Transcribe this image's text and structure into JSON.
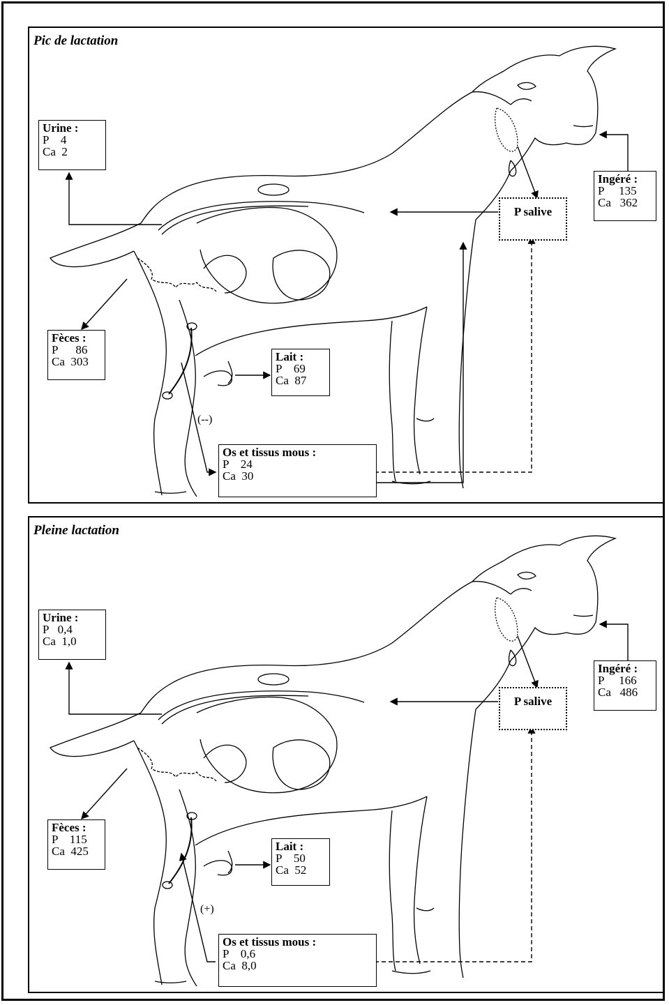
{
  "panels": [
    {
      "title": "Pic de lactation",
      "urine": {
        "title": "Urine :",
        "p": "P    4",
        "ca": "Ca  2"
      },
      "ingere": {
        "title": "Ingéré :",
        "p": "P     135",
        "ca": "Ca   362"
      },
      "salive": "P salive",
      "feces": {
        "title": "Fèces :",
        "p": "P      86",
        "ca": "Ca  303"
      },
      "lait": {
        "title": "Lait :",
        "p": "P    69",
        "ca": "Ca  87"
      },
      "os": {
        "title": "Os et tissus mous :",
        "p": "P    24",
        "ca": "Ca  30"
      },
      "sign": "(--)"
    },
    {
      "title": "Pleine lactation",
      "urine": {
        "title": "Urine :",
        "p": "P   0,4",
        "ca": "Ca  1,0"
      },
      "ingere": {
        "title": "Ingéré :",
        "p": "P     166",
        "ca": "Ca   486"
      },
      "salive": "P salive",
      "feces": {
        "title": "Fèces :",
        "p": "P    115",
        "ca": "Ca  425"
      },
      "lait": {
        "title": "Lait :",
        "p": "P    50",
        "ca": "Ca  52"
      },
      "os": {
        "title": "Os et tissus mous :",
        "p": "P    0,6",
        "ca": "Ca  8,0"
      },
      "sign": "(+)"
    }
  ]
}
